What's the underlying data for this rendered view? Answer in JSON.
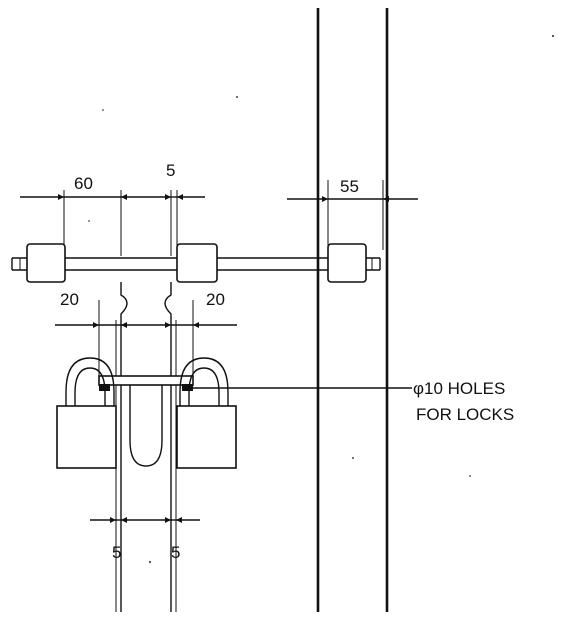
{
  "dimensions": {
    "top_left": "60",
    "top_middle": "5",
    "top_right": "55",
    "mid_left": "20",
    "mid_right": "20",
    "bottom_left": "5",
    "bottom_right": "5"
  },
  "callout": {
    "line1": "φ10 HOLES",
    "line2": "FOR LOCKS"
  }
}
